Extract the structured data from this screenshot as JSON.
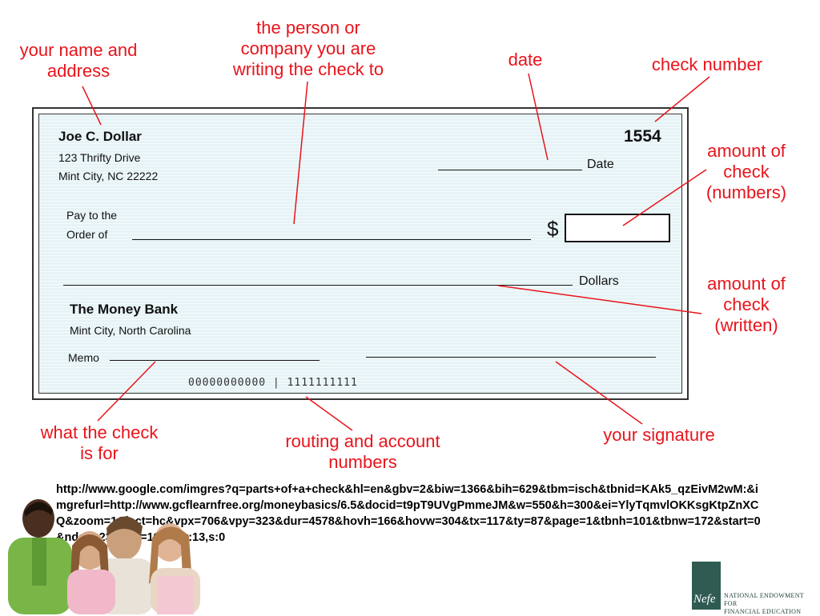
{
  "callouts": {
    "name_address": "your name and\naddress",
    "payee": "the person or\ncompany you are\nwriting the check to",
    "date": "date",
    "check_number": "check number",
    "amount_numbers": "amount of\ncheck\n(numbers)",
    "amount_written": "amount of\ncheck\n(written)",
    "memo": "what the check\nis for",
    "routing": "routing and account\nnumbers",
    "signature": "your signature"
  },
  "check": {
    "name": "Joe C. Dollar",
    "address_line1": "123 Thrifty Drive",
    "address_line2": "Mint City, NC 22222",
    "number": "1554",
    "date_label": "Date",
    "pay_to_line1": "Pay to the",
    "pay_to_line2": "Order of",
    "currency_symbol": "$",
    "dollars_label": "Dollars",
    "bank_name": "The Money Bank",
    "bank_location": "Mint City, North Carolina",
    "memo_label": "Memo",
    "micr": "00000000000 | 1111111111"
  },
  "source_url": "http://www.google.com/imgres?q=parts+of+a+check&hl=en&gbv=2&biw=1366&bih=629&tbm=isch&tbnid=KAk5_qzEivM2wM:&imgrefurl=http://www.gcflearnfree.org/moneybasics/6.5&docid=t9pT9UVgPmmeJM&w=550&h=300&ei=YlyTqmvlOKKsgKtpZnXCQ&zoom=1&iact=hc&vpx=706&vpy=323&dur=4578&hovh=166&hovw=304&tx=117&ty=87&page=1&tbnh=101&tbnw=172&start=0&ndsp=23&ved=1t:429,r:13,s:0",
  "logo": {
    "mark": "Nefe",
    "text": "NATIONAL ENDOWMENT FOR\nFINANCIAL EDUCATION"
  },
  "colors": {
    "annotation": "#e8141b",
    "check_background": "#e6f3f6",
    "logo_green": "#2f5b52"
  }
}
